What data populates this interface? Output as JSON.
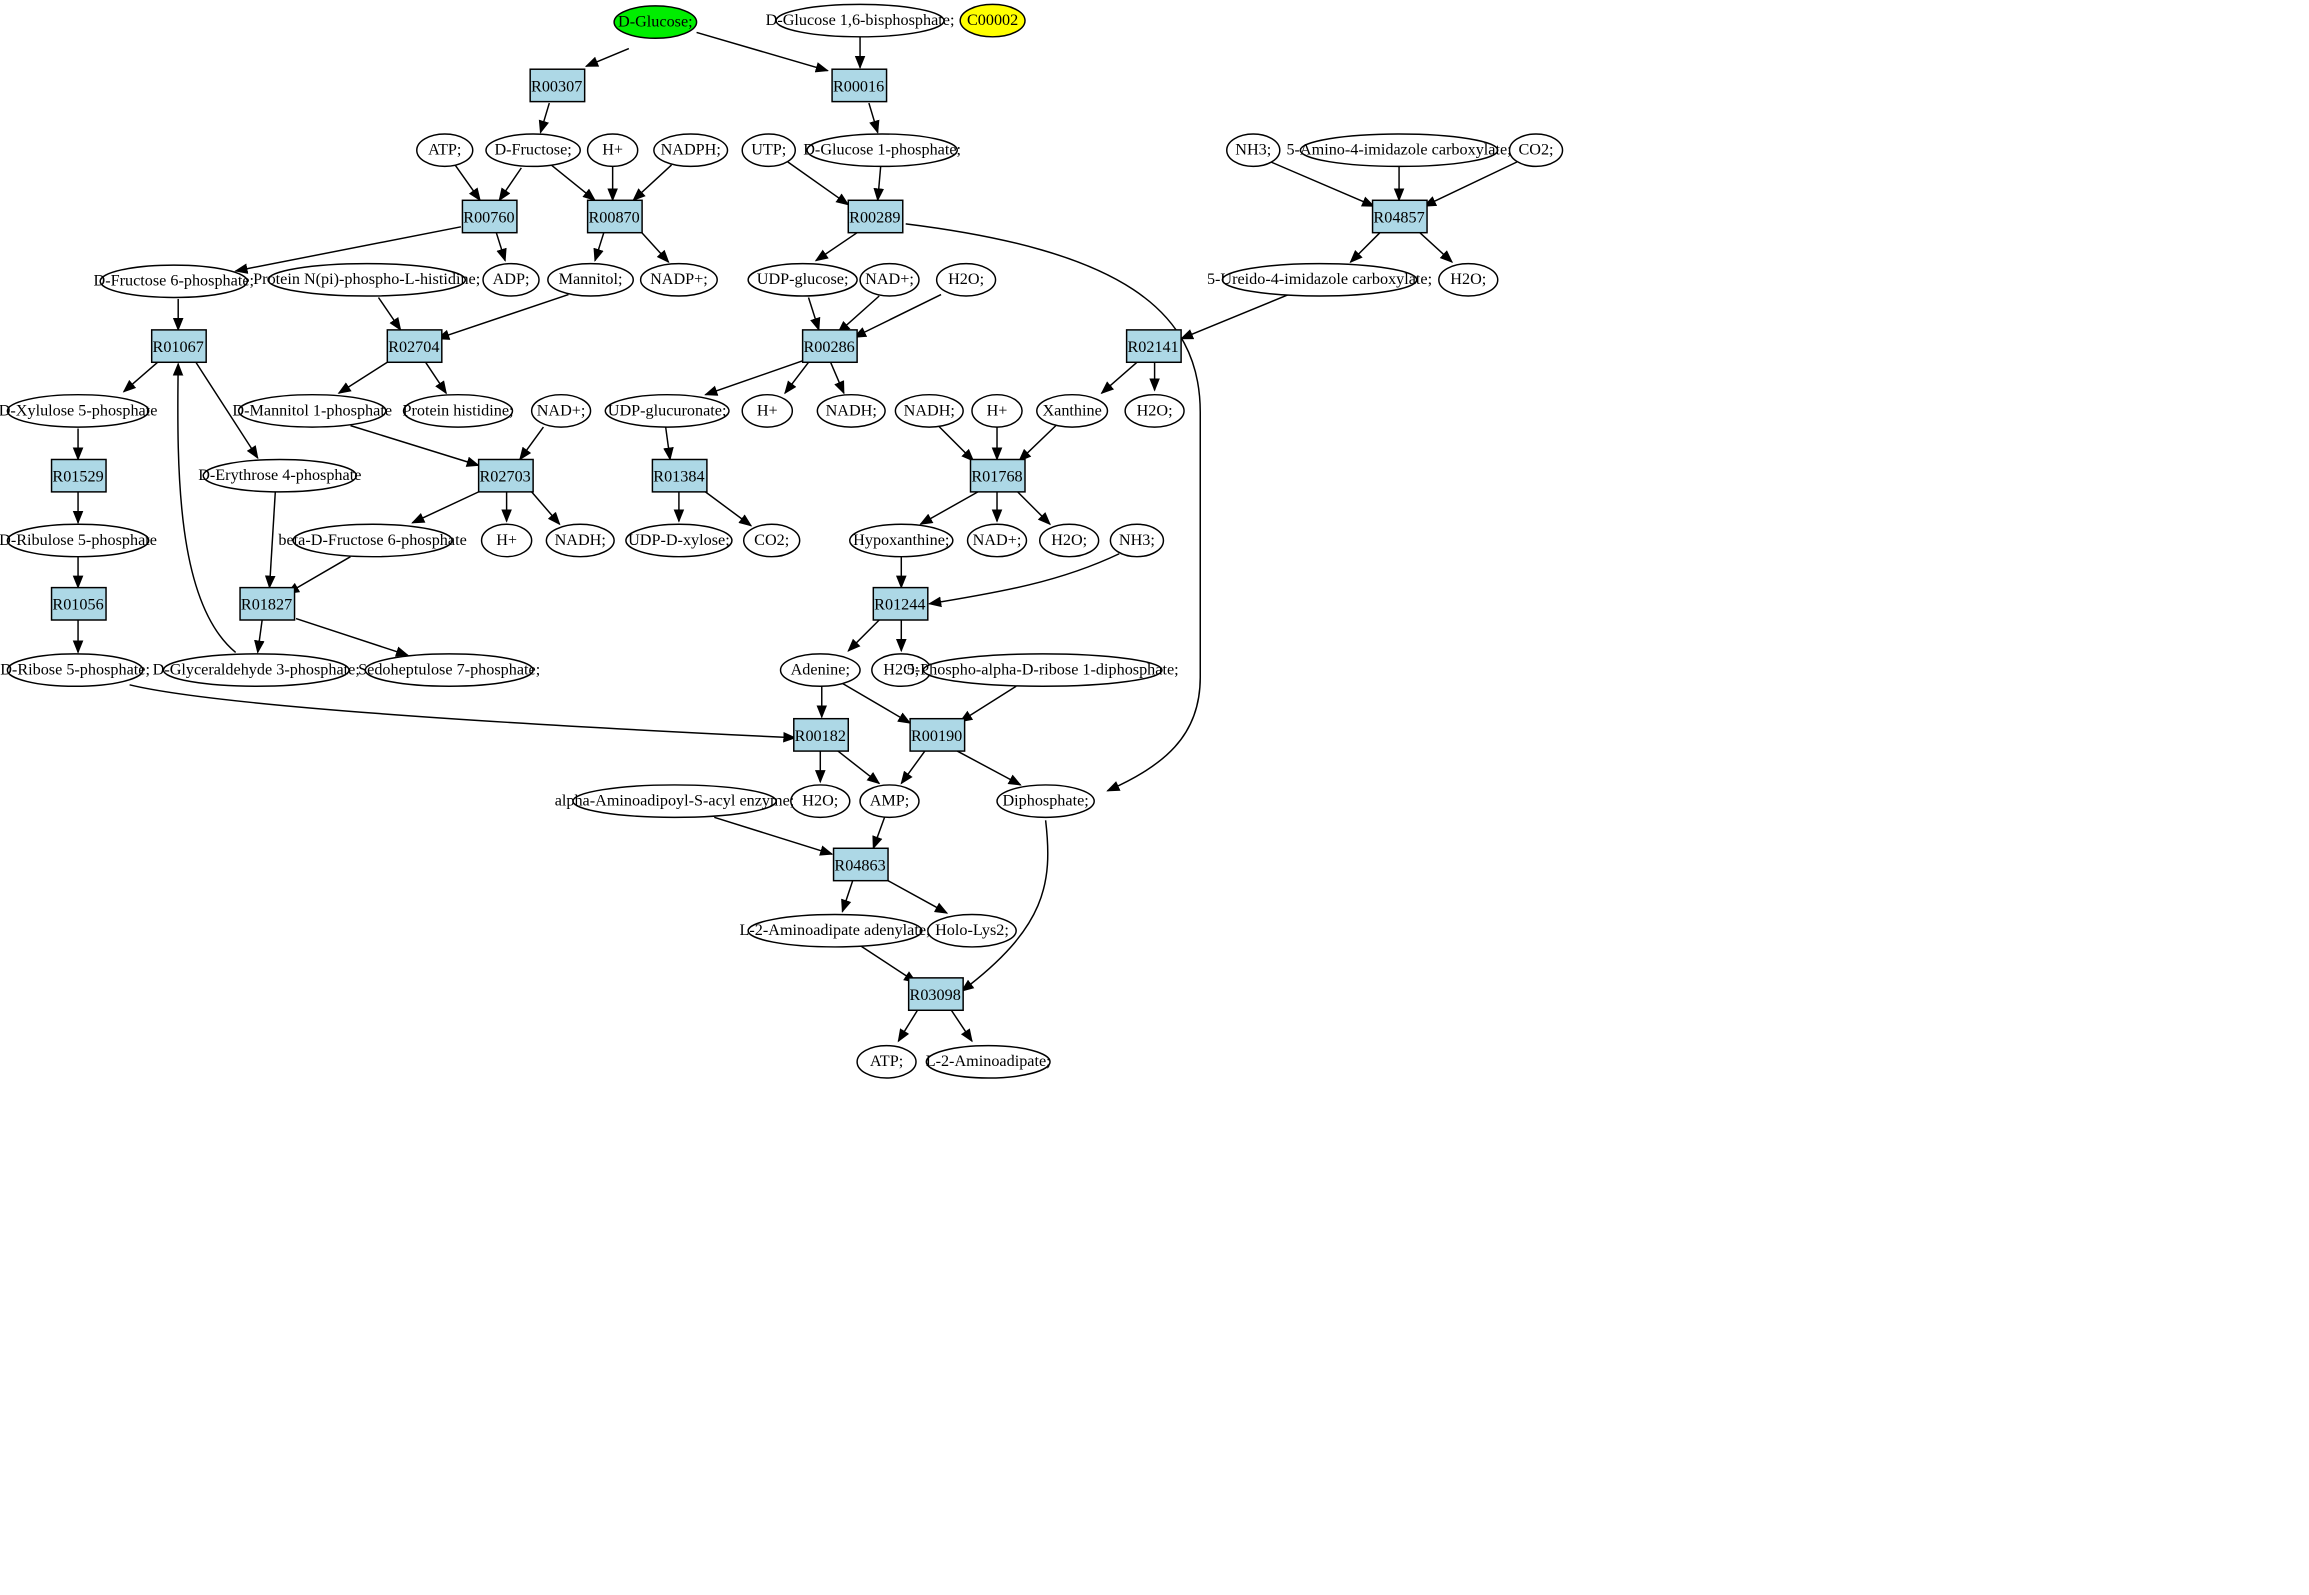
{
  "compounds": {
    "glucose": "D-Glucose;",
    "g16bp": "D-Glucose 1,6-bisphosphate;",
    "c00002": "C00002",
    "atp1": "ATP;",
    "fructose": "D-Fructose;",
    "hplus1": "H+",
    "nadph": "NADPH;",
    "utp": "UTP;",
    "g1p": "D-Glucose 1-phosphate;",
    "nh3a": "NH3;",
    "aica": "5-Amino-4-imidazole carboxylate;",
    "co2a": "CO2;",
    "f6p": "D-Fructose 6-phosphate;",
    "adp": "ADP;",
    "mannitol": "Mannitol;",
    "nadpplus": "NADP+;",
    "protnpi": "Protein N(pi)-phospho-L-histidine;",
    "udpglc": "UDP-glucose;",
    "nadplus1": "NAD+;",
    "h2o1": "H2O;",
    "ureido": "5-Ureido-4-imidazole carboxylate;",
    "h2o2": "H2O;",
    "x5p": "D-Xylulose 5-phosphate",
    "m1p": "D-Mannitol 1-phosphate",
    "prothis": "Protein histidine;",
    "nadplus2": "NAD+;",
    "udpglcua": "UDP-glucuronate;",
    "hplus2": "H+",
    "nadh1": "NADH;",
    "nadh2": "NADH;",
    "hplus3": "H+",
    "xanthine": "Xanthine",
    "h2o3": "H2O;",
    "e4p": "D-Erythrose 4-phosphate",
    "ru5p": "D-Ribulose 5-phosphate",
    "bf6p": "beta-D-Fructose 6-phosphate",
    "hplus4": "H+",
    "nadh3": "NADH;",
    "udpxyl": "UDP-D-xylose;",
    "co2b": "CO2;",
    "hypox": "Hypoxanthine;",
    "nadplus3": "NAD+;",
    "h2o4": "H2O;",
    "nh3b": "NH3;",
    "r5p": "D-Ribose 5-phosphate;",
    "g3p": "D-Glyceraldehyde 3-phosphate;",
    "s7p": "Sedoheptulose 7-phosphate;",
    "adenine": "Adenine;",
    "h2o5": "H2O;",
    "prpp": "5-Phospho-alpha-D-ribose 1-diphosphate;",
    "h2o6": "H2O;",
    "amp": "AMP;",
    "diphos": "Diphosphate;",
    "aminoacyl": "alpha-Aminoadipoyl-S-acyl enzyme;",
    "l2aaden": "L-2-Aminoadipate adenylate;",
    "holo": "Holo-Lys2;",
    "atp2": "ATP;",
    "l2aa": "L-2-Aminoadipate;"
  },
  "reactions": {
    "r00307": "R00307",
    "r00016": "R00016",
    "r00760": "R00760",
    "r00870": "R00870",
    "r00289": "R00289",
    "r04857": "R04857",
    "r01067": "R01067",
    "r02704": "R02704",
    "r00286": "R00286",
    "r02141": "R02141",
    "r01529": "R01529",
    "r02703": "R02703",
    "r01384": "R01384",
    "r01768": "R01768",
    "r01056": "R01056",
    "r01827": "R01827",
    "r01244": "R01244",
    "r00182": "R00182",
    "r00190": "R00190",
    "r04863": "R04863",
    "r03098": "R03098"
  },
  "colors": {
    "start_compound": "#00ee00",
    "highlight_compound": "#ffff00",
    "reaction_fill": "#add8e6",
    "compound_fill": "#ffffff",
    "stroke": "#000000"
  }
}
